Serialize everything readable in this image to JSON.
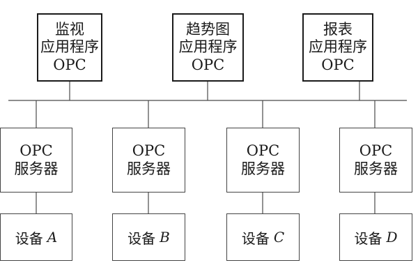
{
  "diagram": {
    "clients": [
      {
        "lines": [
          "监视",
          "应用程序",
          "OPC"
        ]
      },
      {
        "lines": [
          "趋势图",
          "应用程序",
          "OPC"
        ]
      },
      {
        "lines": [
          "报表",
          "应用程序",
          "OPC"
        ]
      }
    ],
    "servers": [
      {
        "lines": [
          "OPC",
          "服务器"
        ]
      },
      {
        "lines": [
          "OPC",
          "服务器"
        ]
      },
      {
        "lines": [
          "OPC",
          "服务器"
        ]
      },
      {
        "lines": [
          "OPC",
          "服务器"
        ]
      }
    ],
    "devices": [
      {
        "label": "设备",
        "letter": "A"
      },
      {
        "label": "设备",
        "letter": "B"
      },
      {
        "label": "设备",
        "letter": "C"
      },
      {
        "label": "设备",
        "letter": "D"
      }
    ],
    "colors": {
      "line": "#4a4a4a",
      "client_border": "#1a1a1a",
      "node_border": "#444444",
      "text": "#1a1a1a"
    }
  }
}
